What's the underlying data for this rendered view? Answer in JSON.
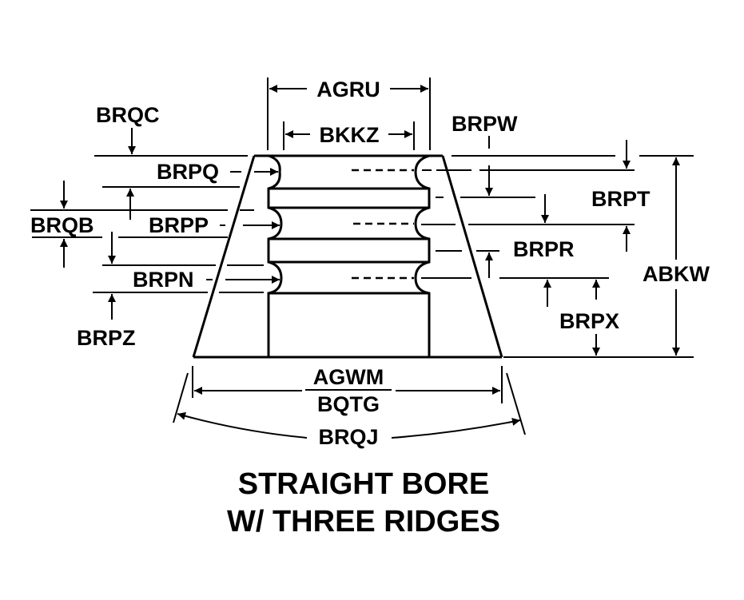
{
  "diagram": {
    "title_line1": "STRAIGHT BORE",
    "title_line2": "W/ THREE RIDGES",
    "labels": {
      "agru": "AGRU",
      "bkkz": "BKKZ",
      "brqc": "BRQC",
      "brpw": "BRPW",
      "brpq": "BRPQ",
      "brpt": "BRPT",
      "brqb": "BRQB",
      "brpp": "BRPP",
      "brpr": "BRPR",
      "abkw": "ABKW",
      "brpn": "BRPN",
      "brpx": "BRPX",
      "brpz": "BRPZ",
      "agwm": "AGWM",
      "bqtg": "BQTG",
      "brqj": "BRQJ"
    },
    "colors": {
      "ink": "#000000",
      "background": "#ffffff"
    }
  }
}
